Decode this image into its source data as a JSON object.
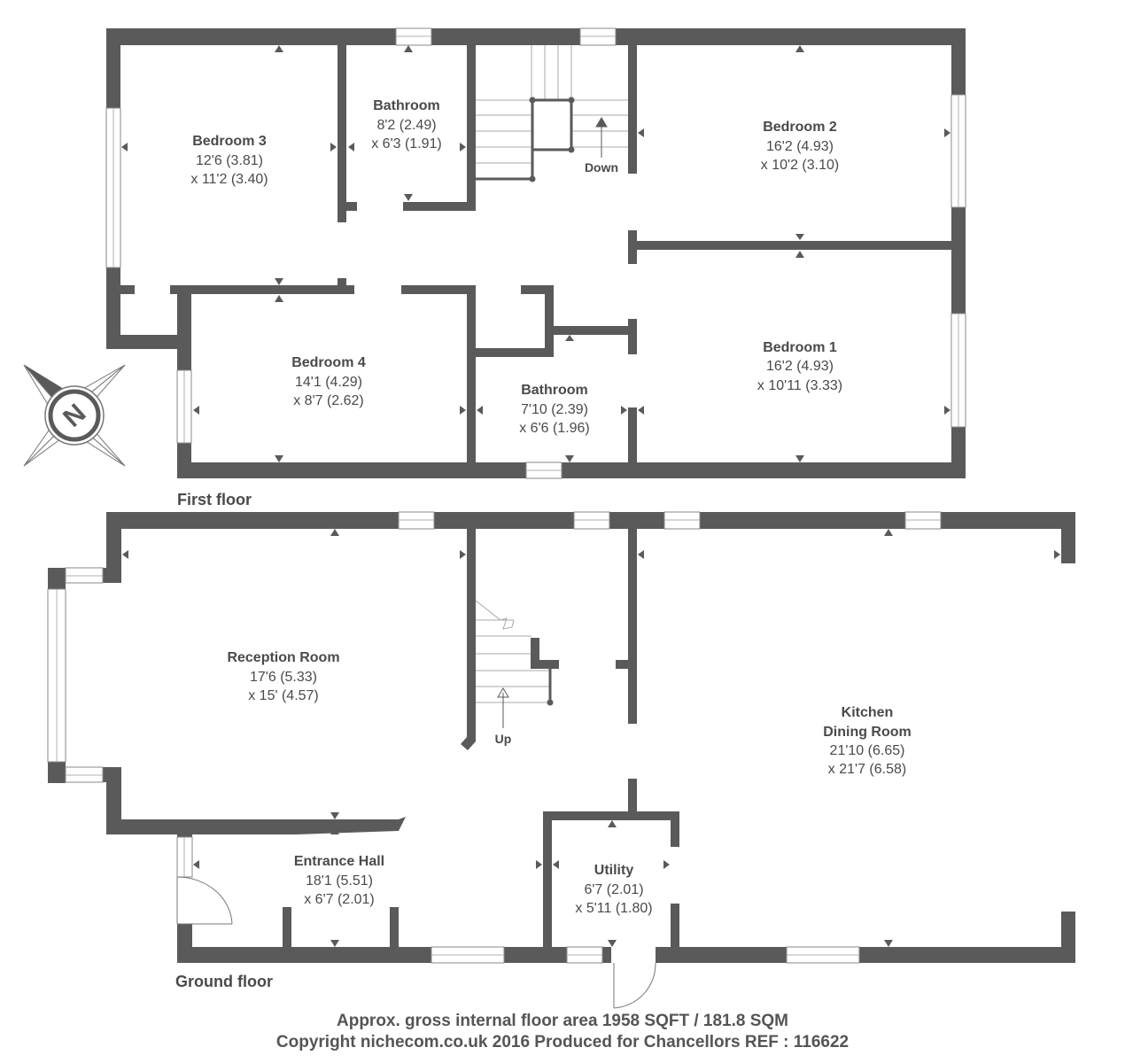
{
  "first_floor": {
    "label": "First floor",
    "rooms": [
      {
        "name": "Bedroom 3",
        "dim1": "12'6 (3.81)",
        "dim2": "x 11'2 (3.40)"
      },
      {
        "name": "Bathroom",
        "dim1": "8'2 (2.49)",
        "dim2": "x 6'3 (1.91)"
      },
      {
        "name": "Bedroom 2",
        "dim1": "16'2 (4.93)",
        "dim2": "x 10'2 (3.10)"
      },
      {
        "name": "Bedroom 4",
        "dim1": "14'1 (4.29)",
        "dim2": "x 8'7 (2.62)"
      },
      {
        "name": "Bathroom",
        "dim1": "7'10 (2.39)",
        "dim2": "x 6'6 (1.96)"
      },
      {
        "name": "Bedroom 1",
        "dim1": "16'2 (4.93)",
        "dim2": "x 10'11 (3.33)"
      }
    ],
    "stairs_label": "Down"
  },
  "ground_floor": {
    "label": "Ground floor",
    "rooms": [
      {
        "name": "Reception Room",
        "dim1": "17'6 (5.33)",
        "dim2": "x 15' (4.57)"
      },
      {
        "name": "Kitchen",
        "name2": "Dining Room",
        "dim1": "21'10 (6.65)",
        "dim2": "x 21'7 (6.58)"
      },
      {
        "name": "Entrance Hall",
        "dim1": "18'1 (5.51)",
        "dim2": "x 6'7 (2.01)"
      },
      {
        "name": "Utility",
        "dim1": "6'7 (2.01)",
        "dim2": "x 5'11 (1.80)"
      }
    ],
    "stairs_label": "Up"
  },
  "compass": {
    "letter": "N",
    "icon": "compass-rose-icon"
  },
  "footer": {
    "line1": "Approx. gross internal floor area 1958 SQFT / 181.8 SQM",
    "line2": "Copyright nichecom.co.uk 2016 Produced for Chancellors REF : 116622"
  },
  "colors": {
    "wall": "#5a5a5a",
    "text": "#4a4a4a",
    "background": "#ffffff"
  }
}
